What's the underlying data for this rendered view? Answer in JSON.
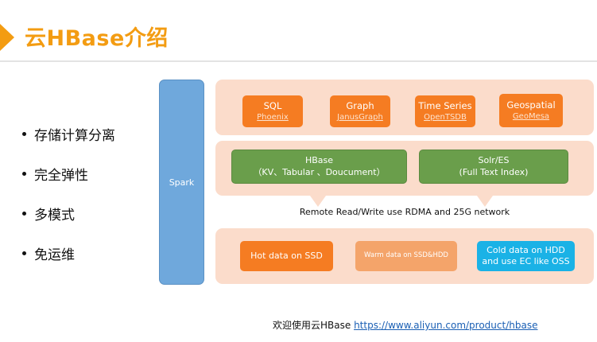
{
  "header": {
    "title": "云HBase介绍"
  },
  "bullets": [
    "存储计算分离",
    "完全弹性",
    "多模式",
    "免运维"
  ],
  "spark": {
    "label": "Spark"
  },
  "top_layer": [
    {
      "label": "SQL",
      "sub": "Phoenix"
    },
    {
      "label": "Graph",
      "sub": "JanusGraph"
    },
    {
      "label": "Time Series",
      "sub": "OpenTSDB"
    },
    {
      "label": "Geospatial",
      "sub": "GeoMesa"
    }
  ],
  "mid_layer": [
    {
      "label": "HBase",
      "sub": "（KV、Tabular 、Doucument）"
    },
    {
      "label": "Solr/ES",
      "sub": "(Full Text Index)"
    }
  ],
  "network": {
    "label": "Remote Read/Write  use RDMA and 25G network"
  },
  "storage_layer": [
    {
      "line1": "Hot data on SSD",
      "line2": ""
    },
    {
      "line1": "Warm data on SSD&HDD",
      "line2": ""
    },
    {
      "line1": "Cold data on HDD",
      "line2": "and use EC like OSS"
    }
  ],
  "footer": {
    "text": "欢迎使用云HBase ",
    "link": "https://www.aliyun.com/product/hbase"
  },
  "colors": {
    "accent": "#f39c12",
    "spark": "#6fa8dc",
    "panel": "#fbdccb",
    "orange": "#f57c22",
    "green": "#6a9e4b",
    "cyan": "#1ab2e6"
  }
}
